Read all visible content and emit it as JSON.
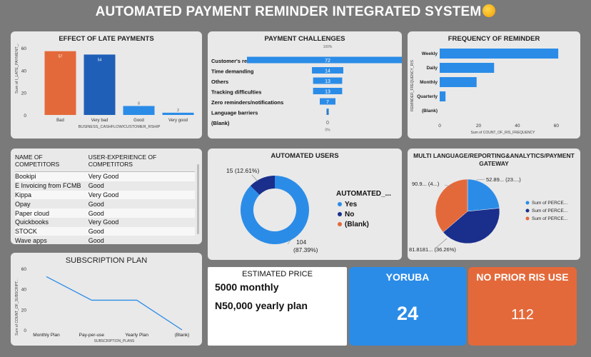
{
  "header": {
    "title": "AUTOMATED PAYMENT REMINDER INTEGRATED SYSTEM"
  },
  "late_payments": {
    "title": "EFFECT OF LATE PAYMENTS",
    "chart_data": {
      "type": "bar",
      "categories": [
        "Bad",
        "Very bad",
        "Good",
        "Very good"
      ],
      "values": [
        57,
        54,
        8,
        2
      ],
      "colors": [
        "#e4693a",
        "#1f5fb8",
        "#2b8ce8",
        "#2b8ce8"
      ],
      "ylim": [
        0,
        60
      ],
      "yticks": [
        0,
        20,
        40,
        60
      ],
      "ylabel": "Sum of I_LATE_PAYMENT_...",
      "xlabel": "BUSINESS_CASHFLOW/CUSTOMER_RSHIP"
    }
  },
  "challenges": {
    "title": "PAYMENT CHALLENGES",
    "top_label": "100%",
    "bottom_label": "0%",
    "chart_data": {
      "type": "bar",
      "categories": [
        "Customer's reluctance",
        "Time demanding",
        "Others",
        "Tracking difficulties",
        "Zero reminders/notifications",
        "Language barriers",
        "(Blank)"
      ],
      "values": [
        72,
        14,
        13,
        13,
        7,
        1,
        0
      ],
      "xlim": [
        0,
        72
      ]
    }
  },
  "frequency": {
    "title": "FREQUENCY OF REMINDER",
    "chart_data": {
      "type": "bar",
      "categories": [
        "Weekly",
        "Daily",
        "Monthly",
        "Quarterly",
        "(Blank)"
      ],
      "values": [
        61,
        28,
        19,
        3,
        0
      ],
      "xlim": [
        0,
        65
      ],
      "xticks": [
        0,
        20,
        40,
        60
      ],
      "ylabel": "REMINDER_FREQUENCY_RIS",
      "xlabel": "Sum of COUNT_OF_RIS_FREQUENCY"
    }
  },
  "competitors": {
    "col1": "NAME OF COMPETITORS",
    "col2": "USER-EXPERIENCE OF COMPETITORS",
    "rows": [
      [
        "Bookipi",
        "Very Good"
      ],
      [
        "E Invoicing from FCMB",
        "Good"
      ],
      [
        "Kippa",
        "Very Good"
      ],
      [
        "Opay",
        "Good"
      ],
      [
        "Paper cloud",
        "Good"
      ],
      [
        "Quickbooks",
        "Very Good"
      ],
      [
        "STOCK",
        "Good"
      ],
      [
        "Wave apps",
        "Good"
      ]
    ]
  },
  "automated": {
    "title": "AUTOMATED USERS",
    "legend_title": "AUTOMATED_...",
    "legend": [
      "Yes",
      "No",
      "(Blank)"
    ],
    "legend_colors": [
      "#2b8ce8",
      "#1a2e8c",
      "#e4693a"
    ],
    "label_small": "15 (12.61%)",
    "label_big_1": "104",
    "label_big_2": "(87.39%)",
    "chart_data": {
      "type": "pie",
      "labels": [
        "Yes",
        "No",
        "(Blank)"
      ],
      "values": [
        104,
        15,
        0
      ],
      "percent": [
        87.39,
        12.61,
        0
      ]
    }
  },
  "multi": {
    "title_1": "MULTI LANGUAGE/REPORTING&ANALYTICS/PAYMENT",
    "title_2": "GATEWAY",
    "label_a": "52.89... (23....)",
    "label_b": "90.9... (4...)",
    "label_c": "81.8181... (36.26%)",
    "legend": [
      "Sum of PERCE...",
      "Sum of PERCE...",
      "Sum of PERCE..."
    ],
    "legend_colors": [
      "#2b8ce8",
      "#1a2e8c",
      "#e4693a"
    ],
    "chart_data": {
      "type": "pie",
      "values": [
        23.4,
        40.3,
        36.26
      ],
      "colors": [
        "#2b8ce8",
        "#1a2e8c",
        "#e4693a"
      ]
    }
  },
  "subscription": {
    "title": "SUBSCRIPTION PLAN",
    "chart_data": {
      "type": "line",
      "categories": [
        "Monthly Plan",
        "Pay-per-use",
        "Yearly Plan",
        "(Blank)"
      ],
      "values": [
        52,
        29,
        29,
        0
      ],
      "ylim": [
        0,
        60
      ],
      "yticks": [
        0,
        20,
        40,
        60
      ],
      "ylabel": "Sum of COUNT_OF_SUBSCRIPT...",
      "xlabel": "SUBSCRIPTION_PLANS"
    }
  },
  "price": {
    "title": "ESTIMATED PRICE",
    "line1": "5000 monthly",
    "line2": "N50,000 yearly plan"
  },
  "yoruba": {
    "title": "YORUBA",
    "value": "24",
    "color": "#2b8ce8"
  },
  "noprior": {
    "title": "NO PRIOR RIS USE",
    "value": "112",
    "color": "#e4693a"
  }
}
